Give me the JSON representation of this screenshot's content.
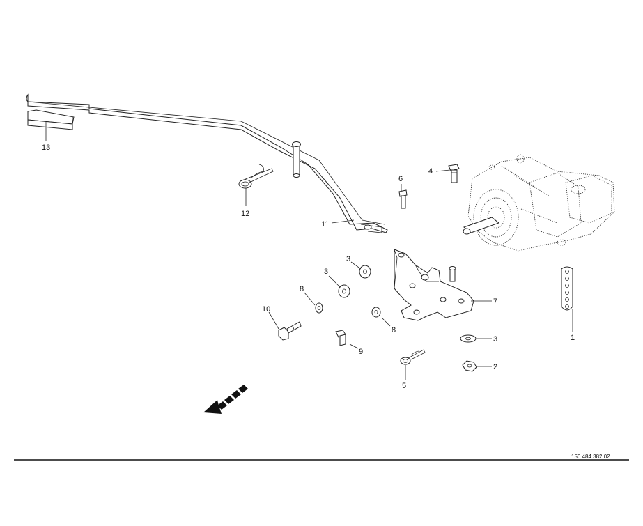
{
  "figure": {
    "reference_number": "150 484 382 02"
  },
  "callouts": [
    {
      "id": "label-1",
      "text": "1"
    },
    {
      "id": "label-2",
      "text": "2"
    },
    {
      "id": "label-3a",
      "text": "3"
    },
    {
      "id": "label-3b",
      "text": "3"
    },
    {
      "id": "label-3c",
      "text": "3"
    },
    {
      "id": "label-4",
      "text": "4"
    },
    {
      "id": "label-5",
      "text": "5"
    },
    {
      "id": "label-6",
      "text": "6"
    },
    {
      "id": "label-7",
      "text": "7"
    },
    {
      "id": "label-8a",
      "text": "8"
    },
    {
      "id": "label-8b",
      "text": "8"
    },
    {
      "id": "label-9",
      "text": "9"
    },
    {
      "id": "label-10",
      "text": "10"
    },
    {
      "id": "label-11",
      "text": "11"
    },
    {
      "id": "label-12",
      "text": "12"
    },
    {
      "id": "label-13",
      "text": "13"
    }
  ],
  "direction_icon": "travel-direction-arrow-icon"
}
